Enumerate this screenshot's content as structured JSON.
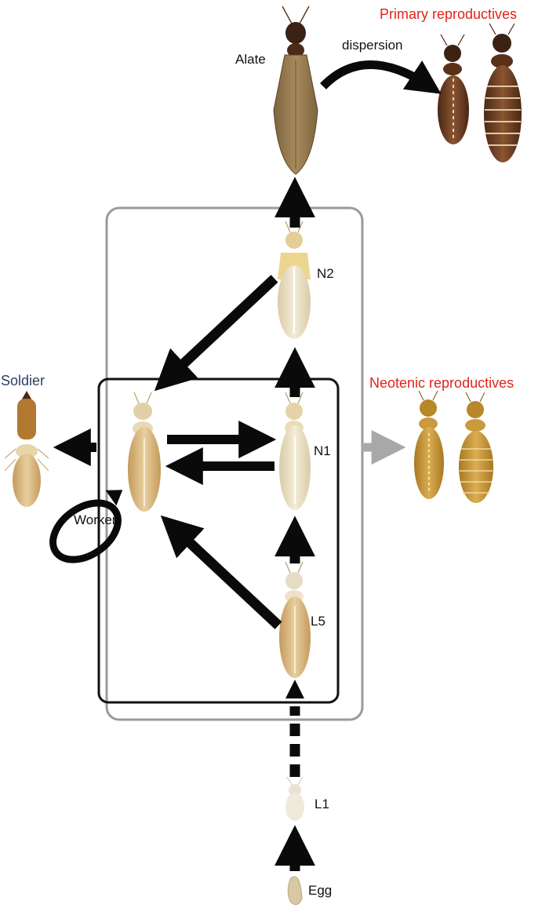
{
  "labels": {
    "alate": "Alate",
    "dispersion": "dispersion",
    "primary_reproductives": "Primary reproductives",
    "n2": "N2",
    "soldier": "Soldier",
    "neotenic_reproductives": "Neotenic reproductives",
    "n1": "N1",
    "worker": "Worker",
    "l5": "L5",
    "l1": "L1",
    "egg": "Egg"
  },
  "colors": {
    "arrow": "#0a0a0a",
    "outer_box": "#9a9a9a",
    "inner_box": "#111111",
    "neotenic_arrow": "#a8a8a8",
    "red_label": "#e2231a",
    "soldier_label": "#2c3e67",
    "pale_body": "#eee4c8",
    "tan_body": "#d9b67a",
    "alate_wing": "#9a7d4f",
    "primary_body": "#6b3c20",
    "neotenic_body": "#c7962f"
  }
}
